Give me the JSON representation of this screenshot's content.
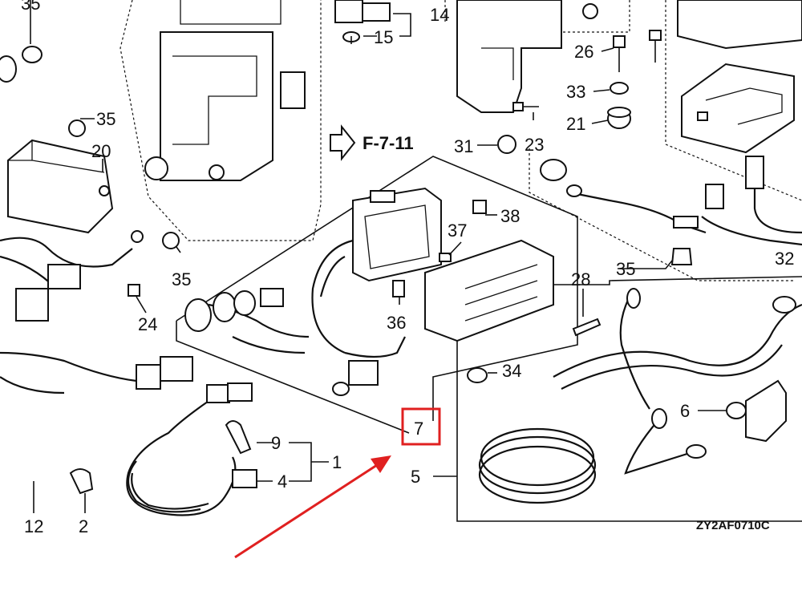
{
  "diagram": {
    "reference_label": "F-7-11",
    "code": "ZY2AF0710C",
    "highlight_color": "#e02020",
    "highlighted_callout": "7",
    "callouts": {
      "c35_topleft": "35",
      "c15": "15",
      "c14": "14",
      "c26": "26",
      "c33": "33",
      "c21": "21",
      "c31": "31",
      "c23": "23",
      "c35_a": "35",
      "c20": "20",
      "c35_b": "35",
      "c24": "24",
      "c38": "38",
      "c37": "37",
      "c36": "36",
      "c35_c": "35",
      "c32": "32",
      "c28": "28",
      "c34": "34",
      "c6": "6",
      "c9": "9",
      "c1": "1",
      "c4": "4",
      "c5": "5",
      "c12": "12",
      "c2": "2",
      "c7": "7"
    }
  }
}
